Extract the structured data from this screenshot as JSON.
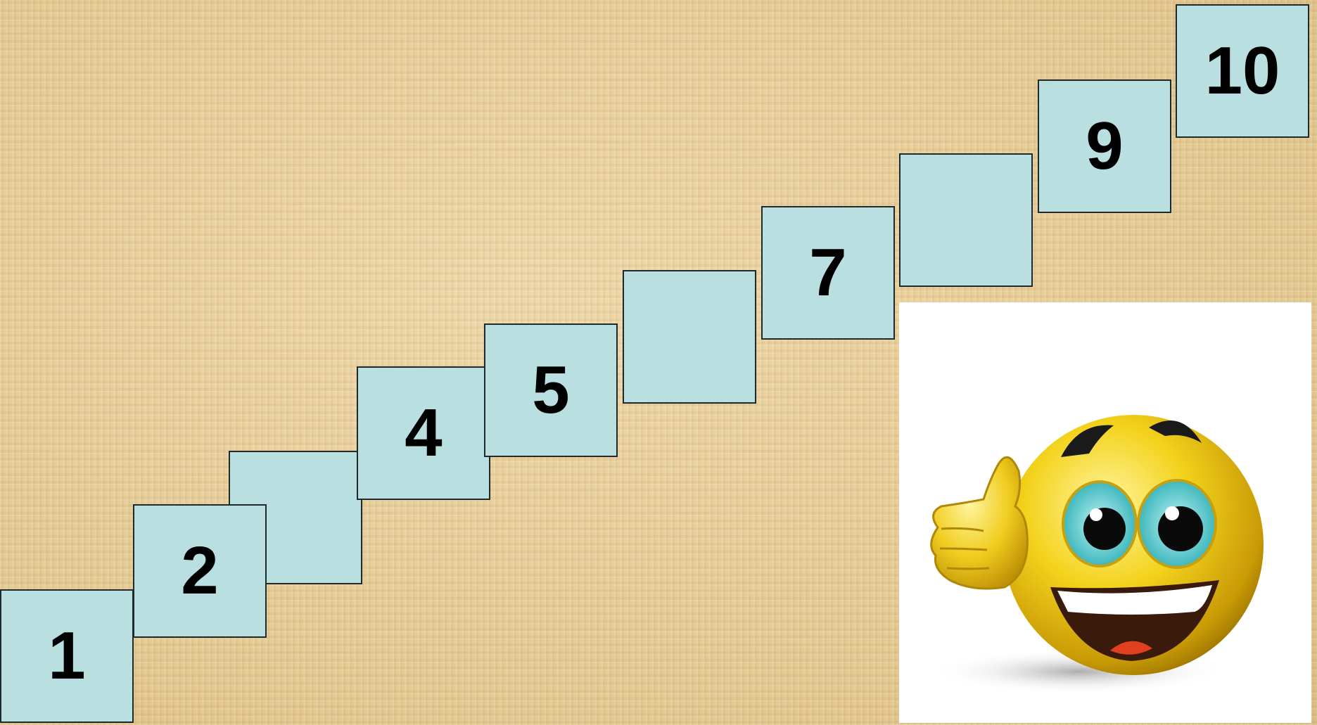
{
  "steps": [
    {
      "label": "1"
    },
    {
      "label": "2"
    },
    {
      "label": ""
    },
    {
      "label": "4"
    },
    {
      "label": "5"
    },
    {
      "label": ""
    },
    {
      "label": "7"
    },
    {
      "label": ""
    },
    {
      "label": "9"
    },
    {
      "label": "10"
    }
  ],
  "colors": {
    "step_fill": "#b9dfe1",
    "step_border": "#1e2a2c",
    "background": "#e7cf9c"
  },
  "image": {
    "icon": "thumbs-up-smiley-icon"
  }
}
